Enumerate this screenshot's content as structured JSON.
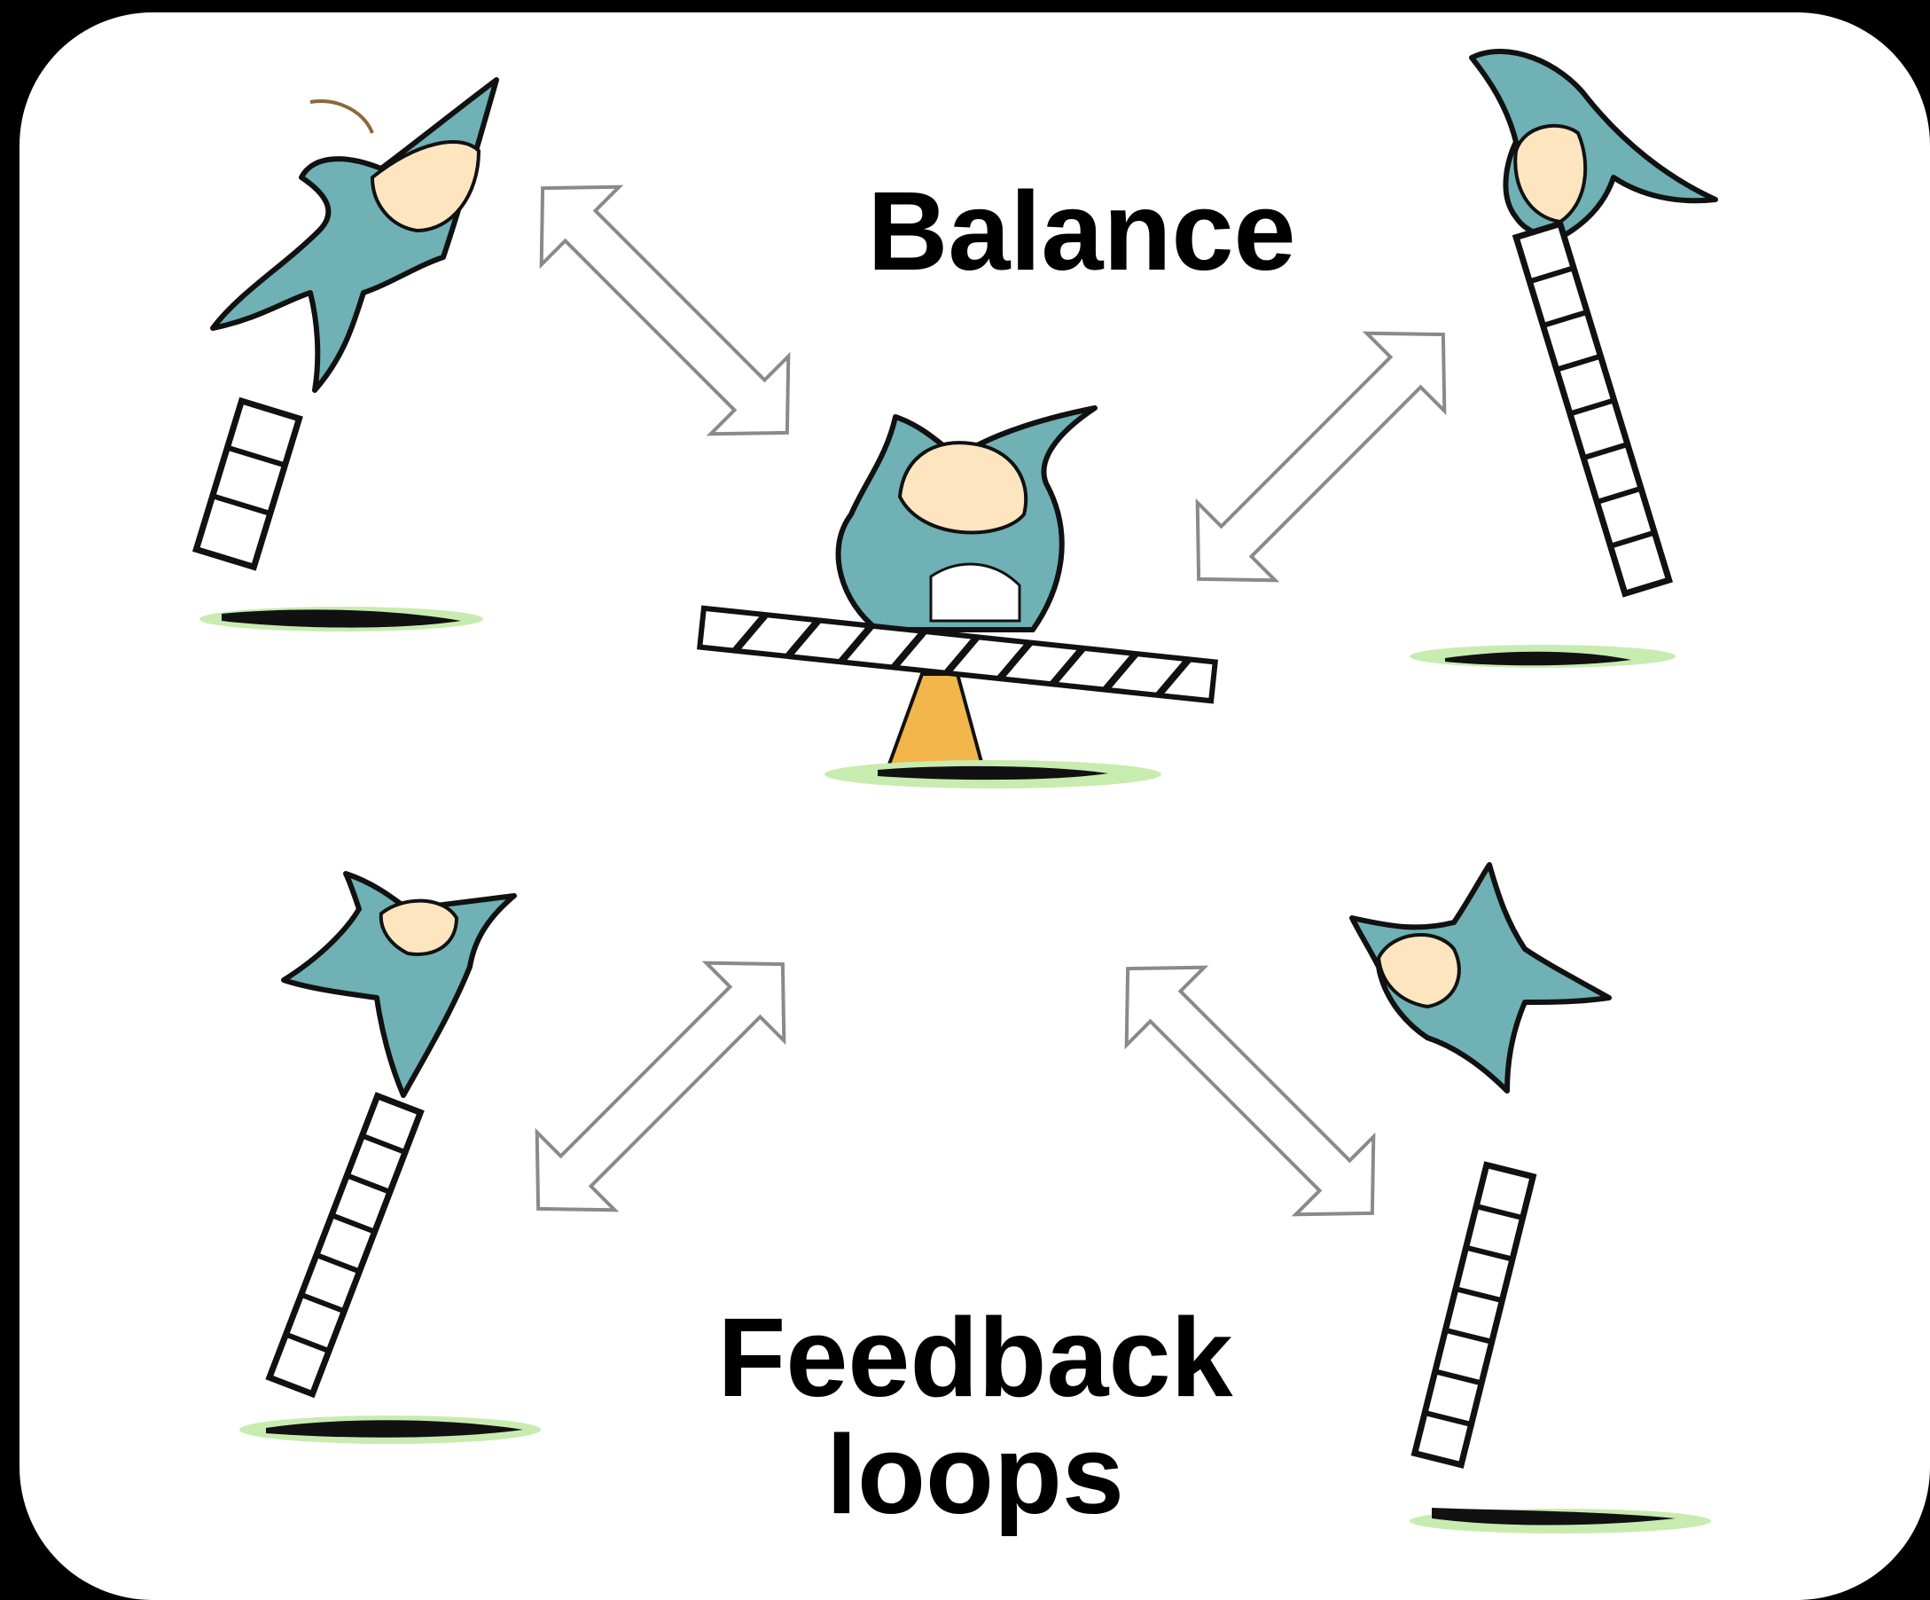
{
  "diagram": {
    "title_top": "Balance",
    "title_bottom_line1": "Feedback",
    "title_bottom_line2": "loops"
  },
  "colors": {
    "background": "#000000",
    "slide": "#ffffff",
    "figure_body": "#6fb1b5",
    "figure_head": "#fde6bf",
    "outline": "#111111",
    "ground": "#c8ecb0",
    "fulcrum": "#f2b64a",
    "arrow_stroke": "#8a8a8a"
  },
  "icons": [
    "figure-falling-icon",
    "figure-balancing-icon",
    "ladder-icon",
    "double-arrow-icon",
    "seesaw-icon"
  ]
}
